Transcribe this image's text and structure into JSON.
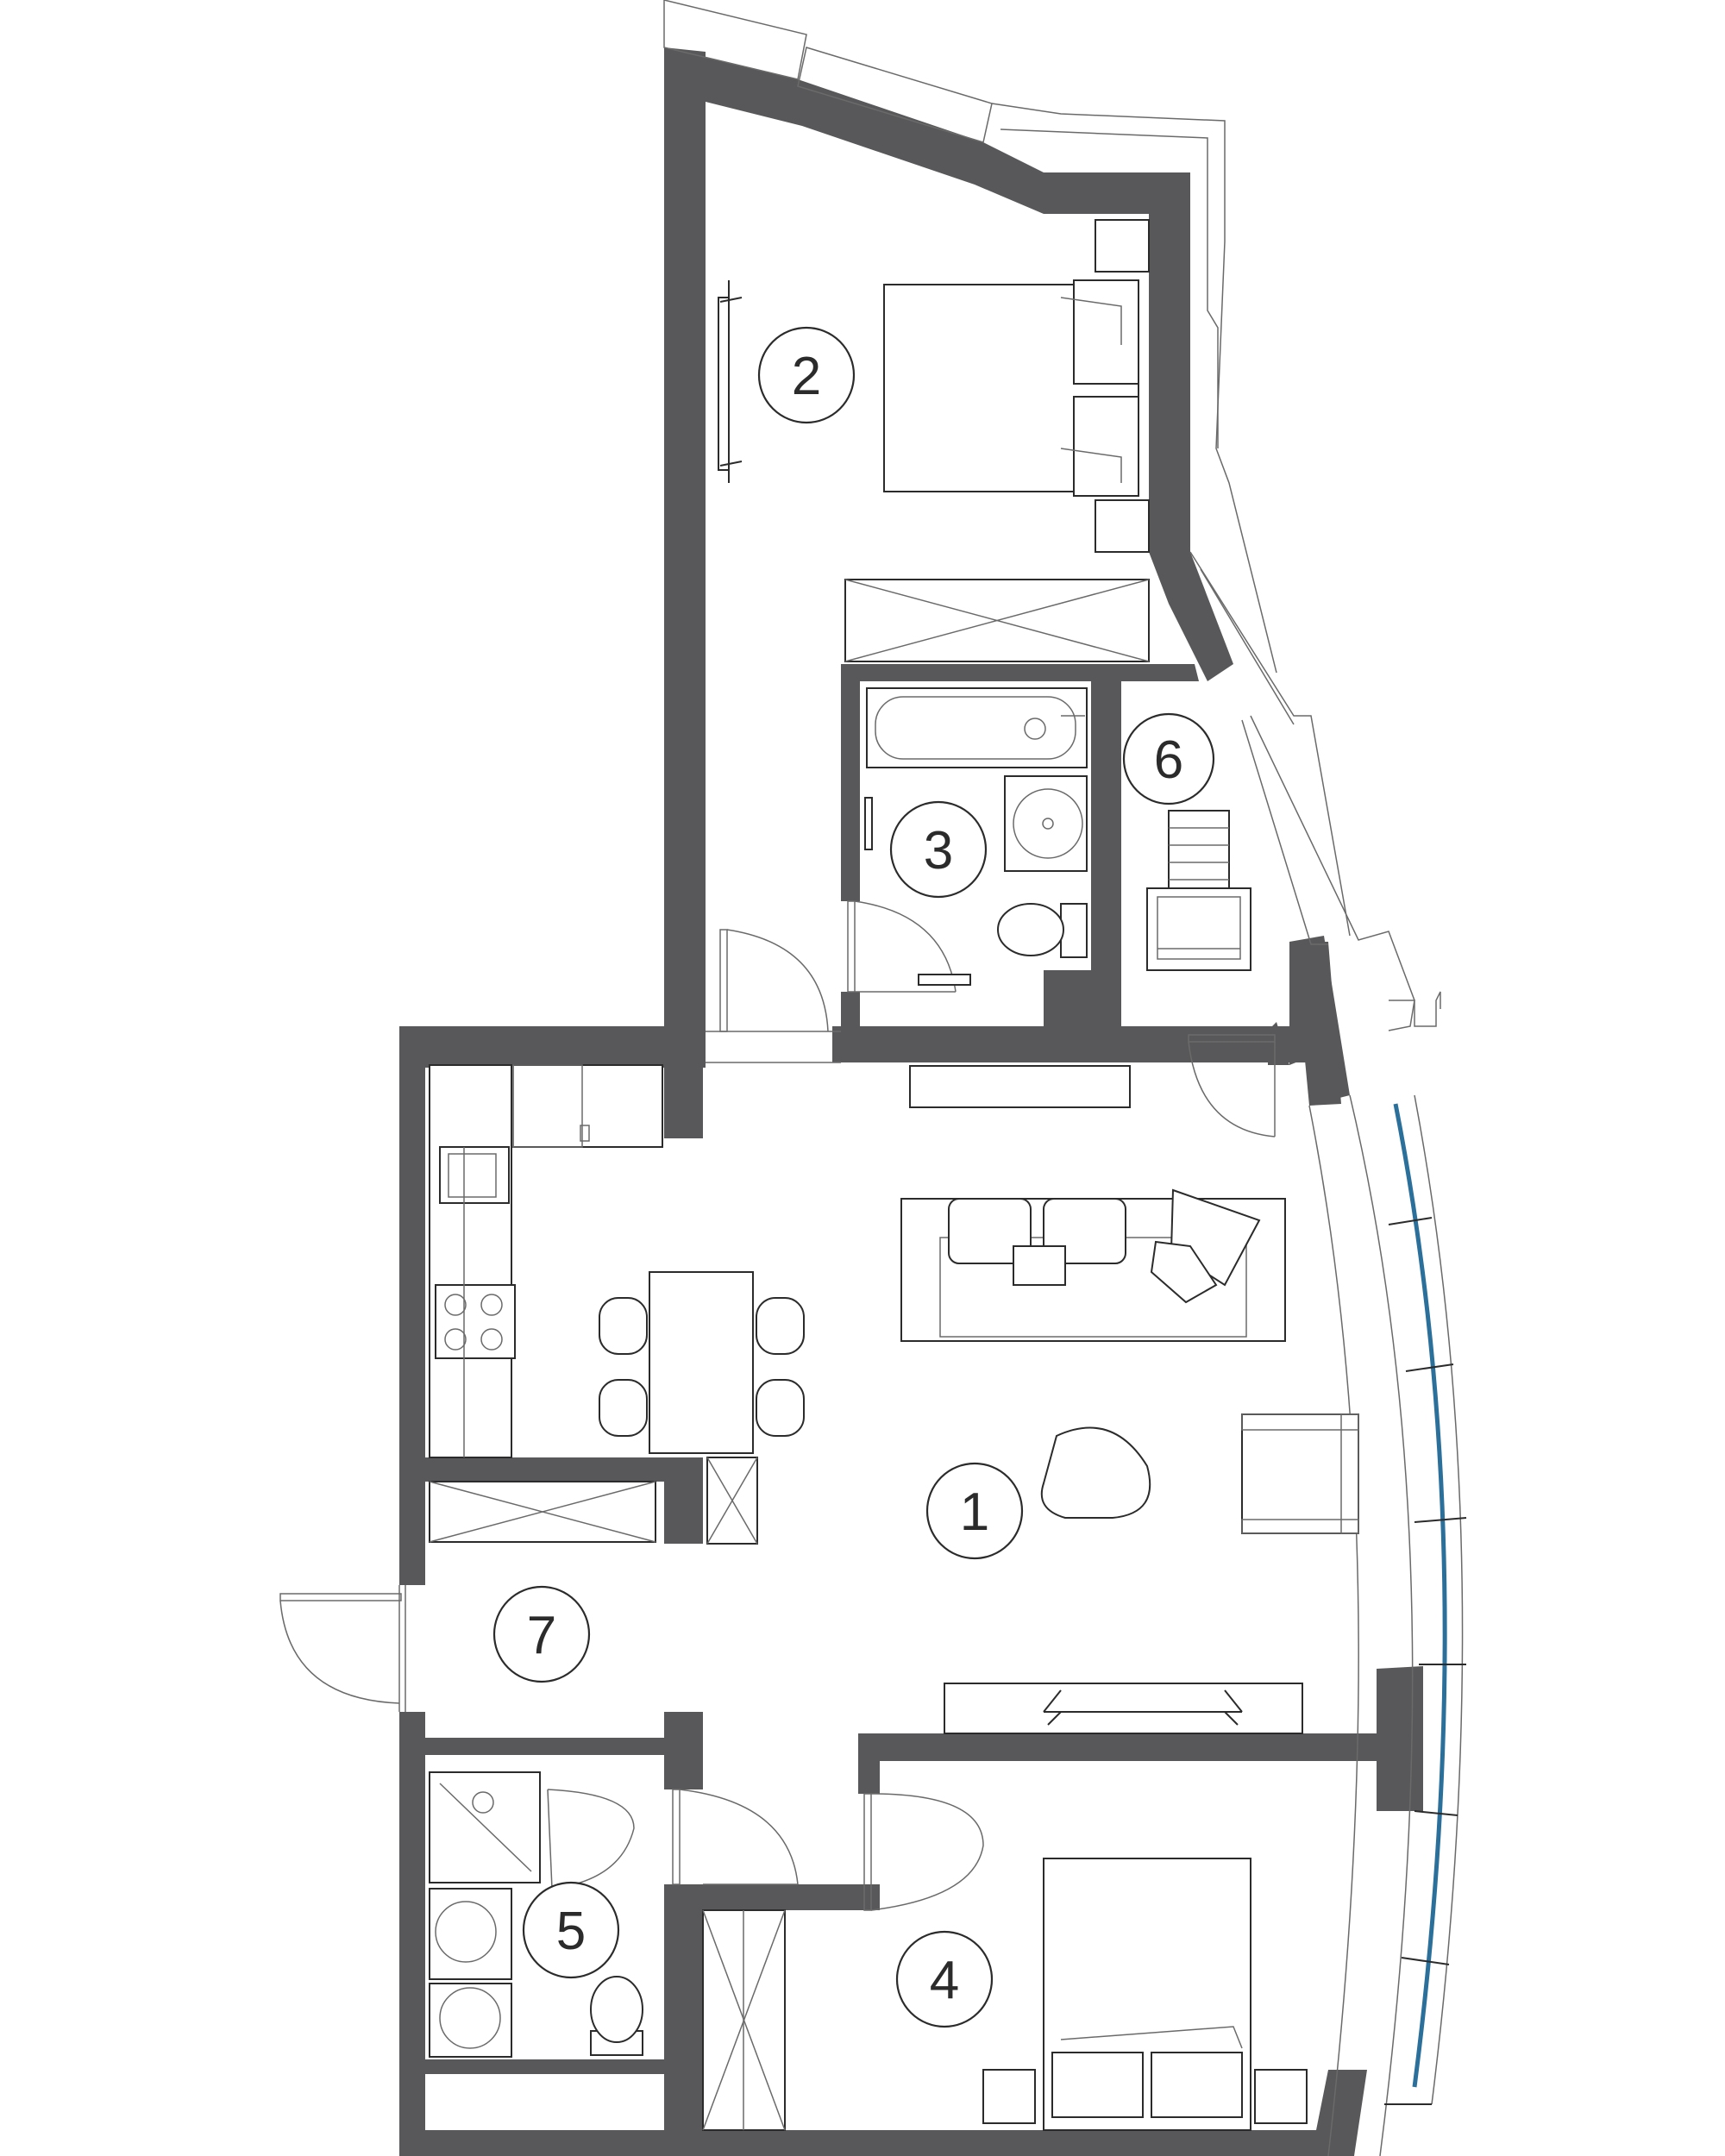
{
  "rooms": [
    {
      "label": "1"
    },
    {
      "label": "2"
    },
    {
      "label": "3"
    },
    {
      "label": "4"
    },
    {
      "label": "5"
    },
    {
      "label": "6"
    },
    {
      "label": "7"
    }
  ],
  "colors": {
    "wall": "#58585a",
    "line": "#2b2b2b",
    "glazing": "#2b6f9b",
    "background": "#ffffff"
  }
}
